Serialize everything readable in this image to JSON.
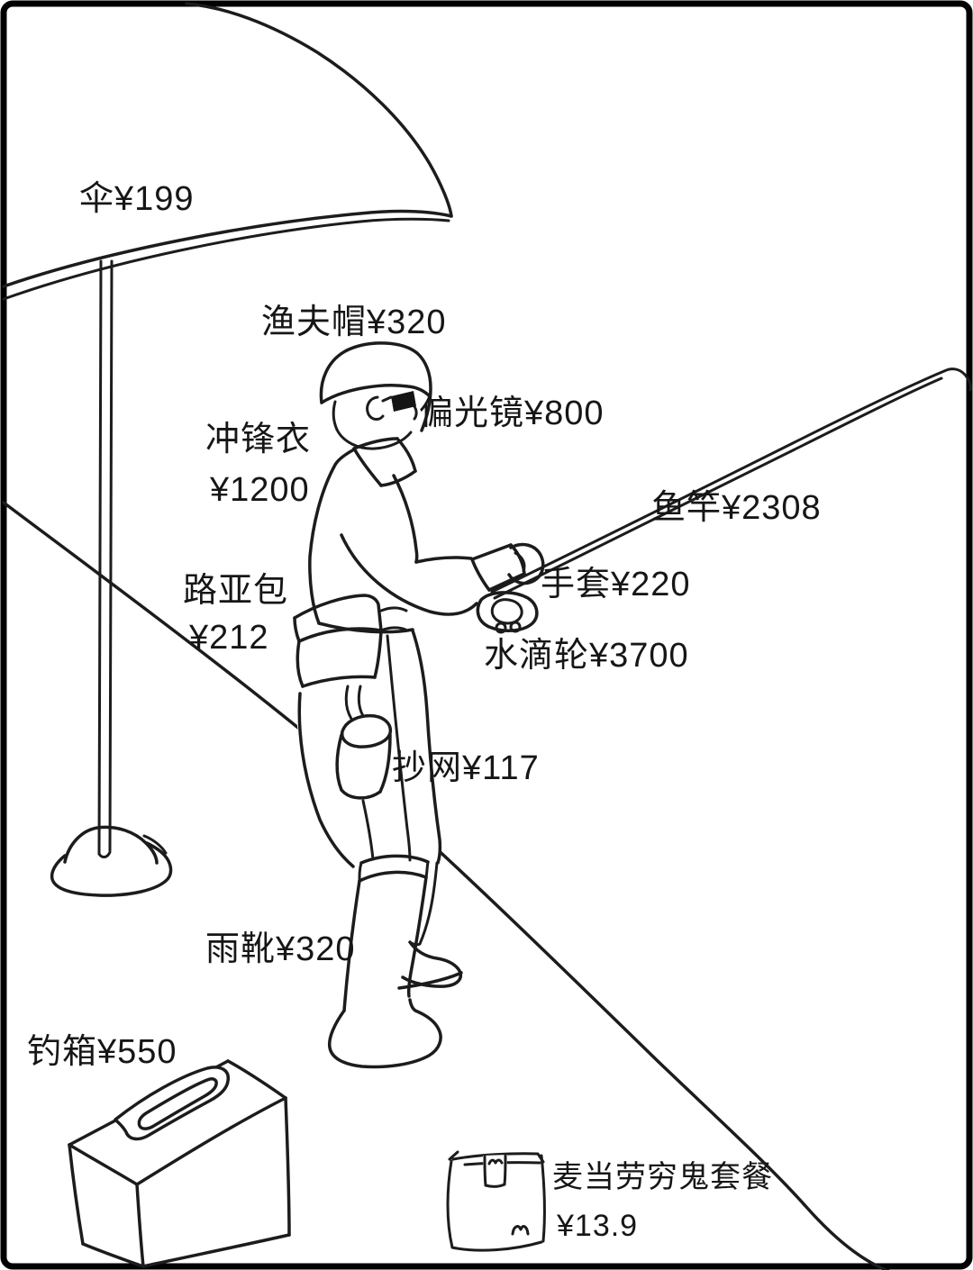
{
  "colors": {
    "ink": "#1c1c1c",
    "paper": "#ffffff",
    "sunglasses": "#141414"
  },
  "labels": {
    "umbrella": "伞¥199",
    "bucket_hat": "渔夫帽¥320",
    "polarized_glasses": "偏光镜¥800",
    "jacket": [
      "冲锋衣",
      "¥1200"
    ],
    "fishing_rod": "鱼竿¥2308",
    "gloves": "手套¥220",
    "lure_bag": [
      "路亚包",
      "¥212"
    ],
    "baitcasting_reel": "水滴轮¥3700",
    "landing_net": "抄网¥117",
    "rain_boots": "雨靴¥320",
    "fishing_box": "钓箱¥550",
    "mcdonalds_meal": [
      "麦当劳穷鬼套餐",
      "¥13.9"
    ]
  }
}
